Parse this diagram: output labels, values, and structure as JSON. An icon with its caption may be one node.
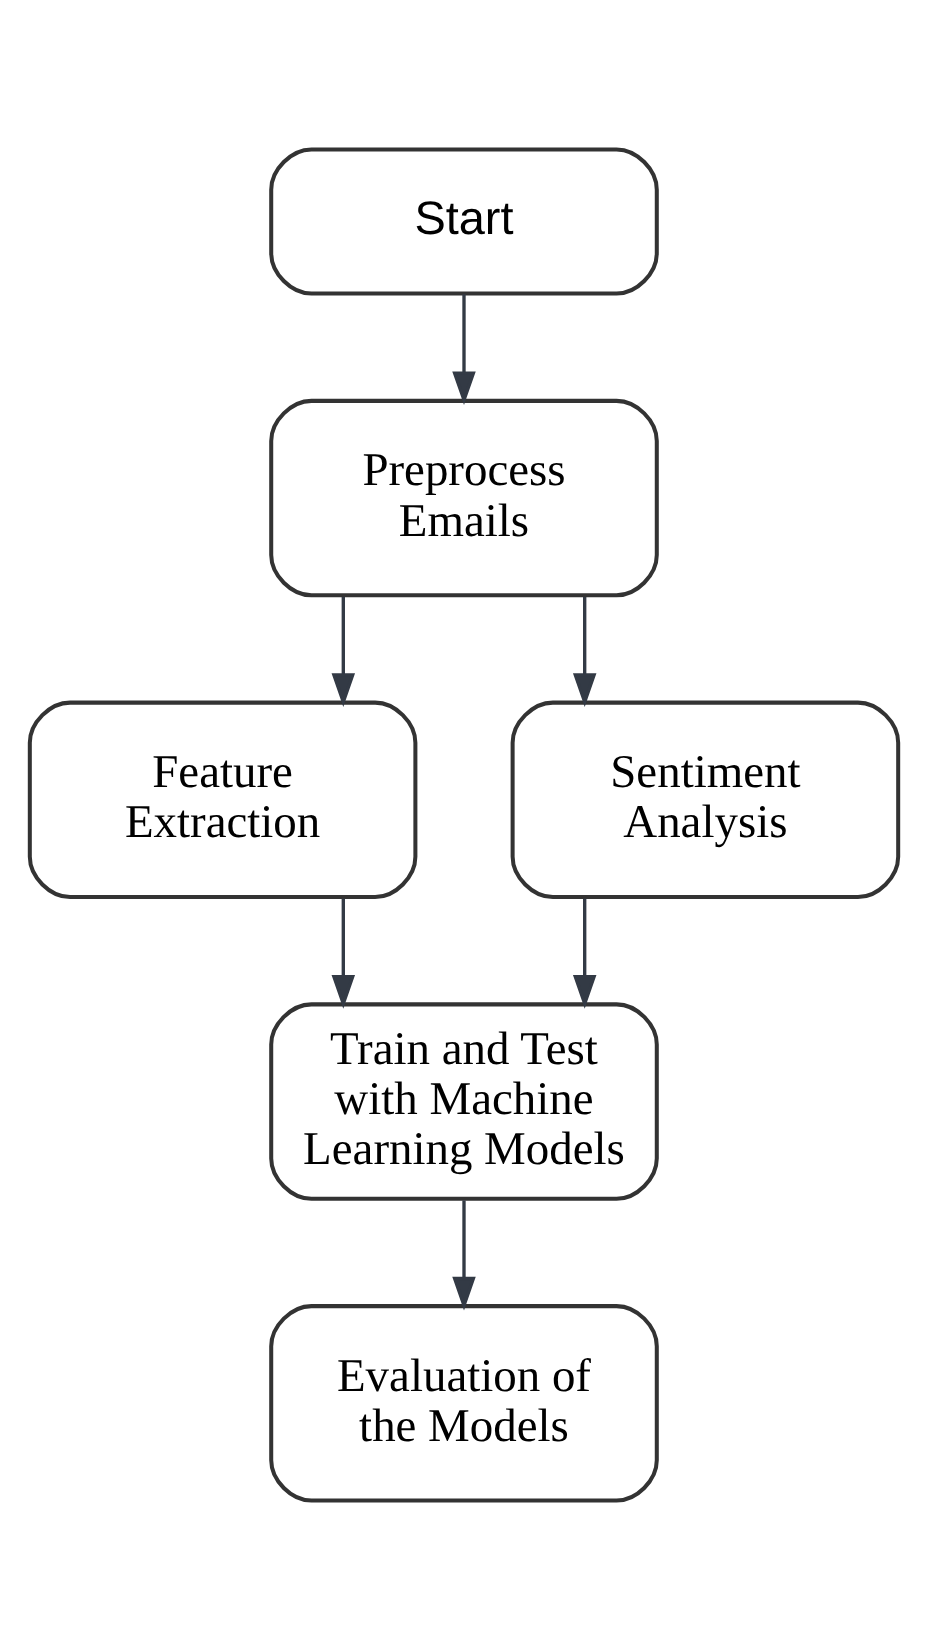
{
  "diagram": {
    "nodes": [
      {
        "text": [
          "Start"
        ]
      },
      {
        "text": [
          "Preprocess Emails"
        ]
      },
      {
        "text": [
          "Feature Extraction"
        ]
      },
      {
        "text": [
          "Sentiment Analysis"
        ]
      },
      {
        "text": [
          "Train and Test with Machine Learning Models"
        ]
      },
      {
        "text": [
          "Evaluation of the Models"
        ]
      }
    ],
    "edges": [
      {
        "from": 0,
        "to": 1,
        "arrow": "to"
      },
      {
        "from": 1,
        "to": 2,
        "arrow": "to"
      },
      {
        "from": 1,
        "to": 3,
        "arrow": "to"
      },
      {
        "from": 2,
        "to": 4,
        "arrow": "to"
      },
      {
        "from": 3,
        "to": 4,
        "arrow": "to"
      },
      {
        "from": 4,
        "to": 5,
        "arrow": "to"
      }
    ]
  }
}
